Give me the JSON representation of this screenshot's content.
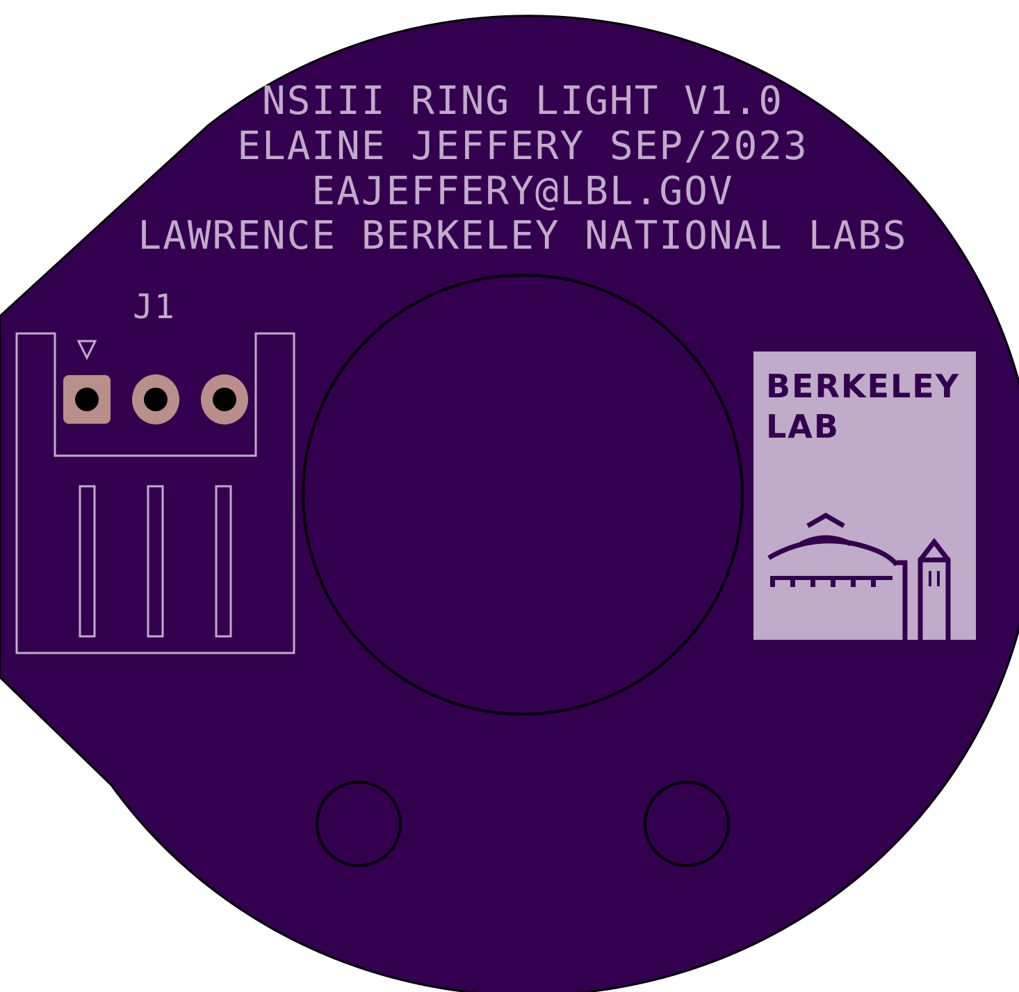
{
  "board": {
    "silkscreen": {
      "line1": "NSIII RING LIGHT V1.0",
      "line2": "ELAINE JEFFERY SEP/2023",
      "line3": "EAJEFFERY@LBL.GOV",
      "line4": "LAWRENCE BERKELEY NATIONAL LABS"
    },
    "connector": {
      "refdes": "J1",
      "pin1_marker": "triangle-down-icon"
    },
    "logo": {
      "line1": "BERKELEY",
      "line2": "LAB",
      "icon": "berkeley-lab-building-icon"
    }
  },
  "colors": {
    "substrate": "#330050",
    "silkscreen": "#c0acc8",
    "outline": "#000000",
    "pad_copper": "#b89089",
    "drill": "#000000",
    "background": "#ffffff"
  }
}
